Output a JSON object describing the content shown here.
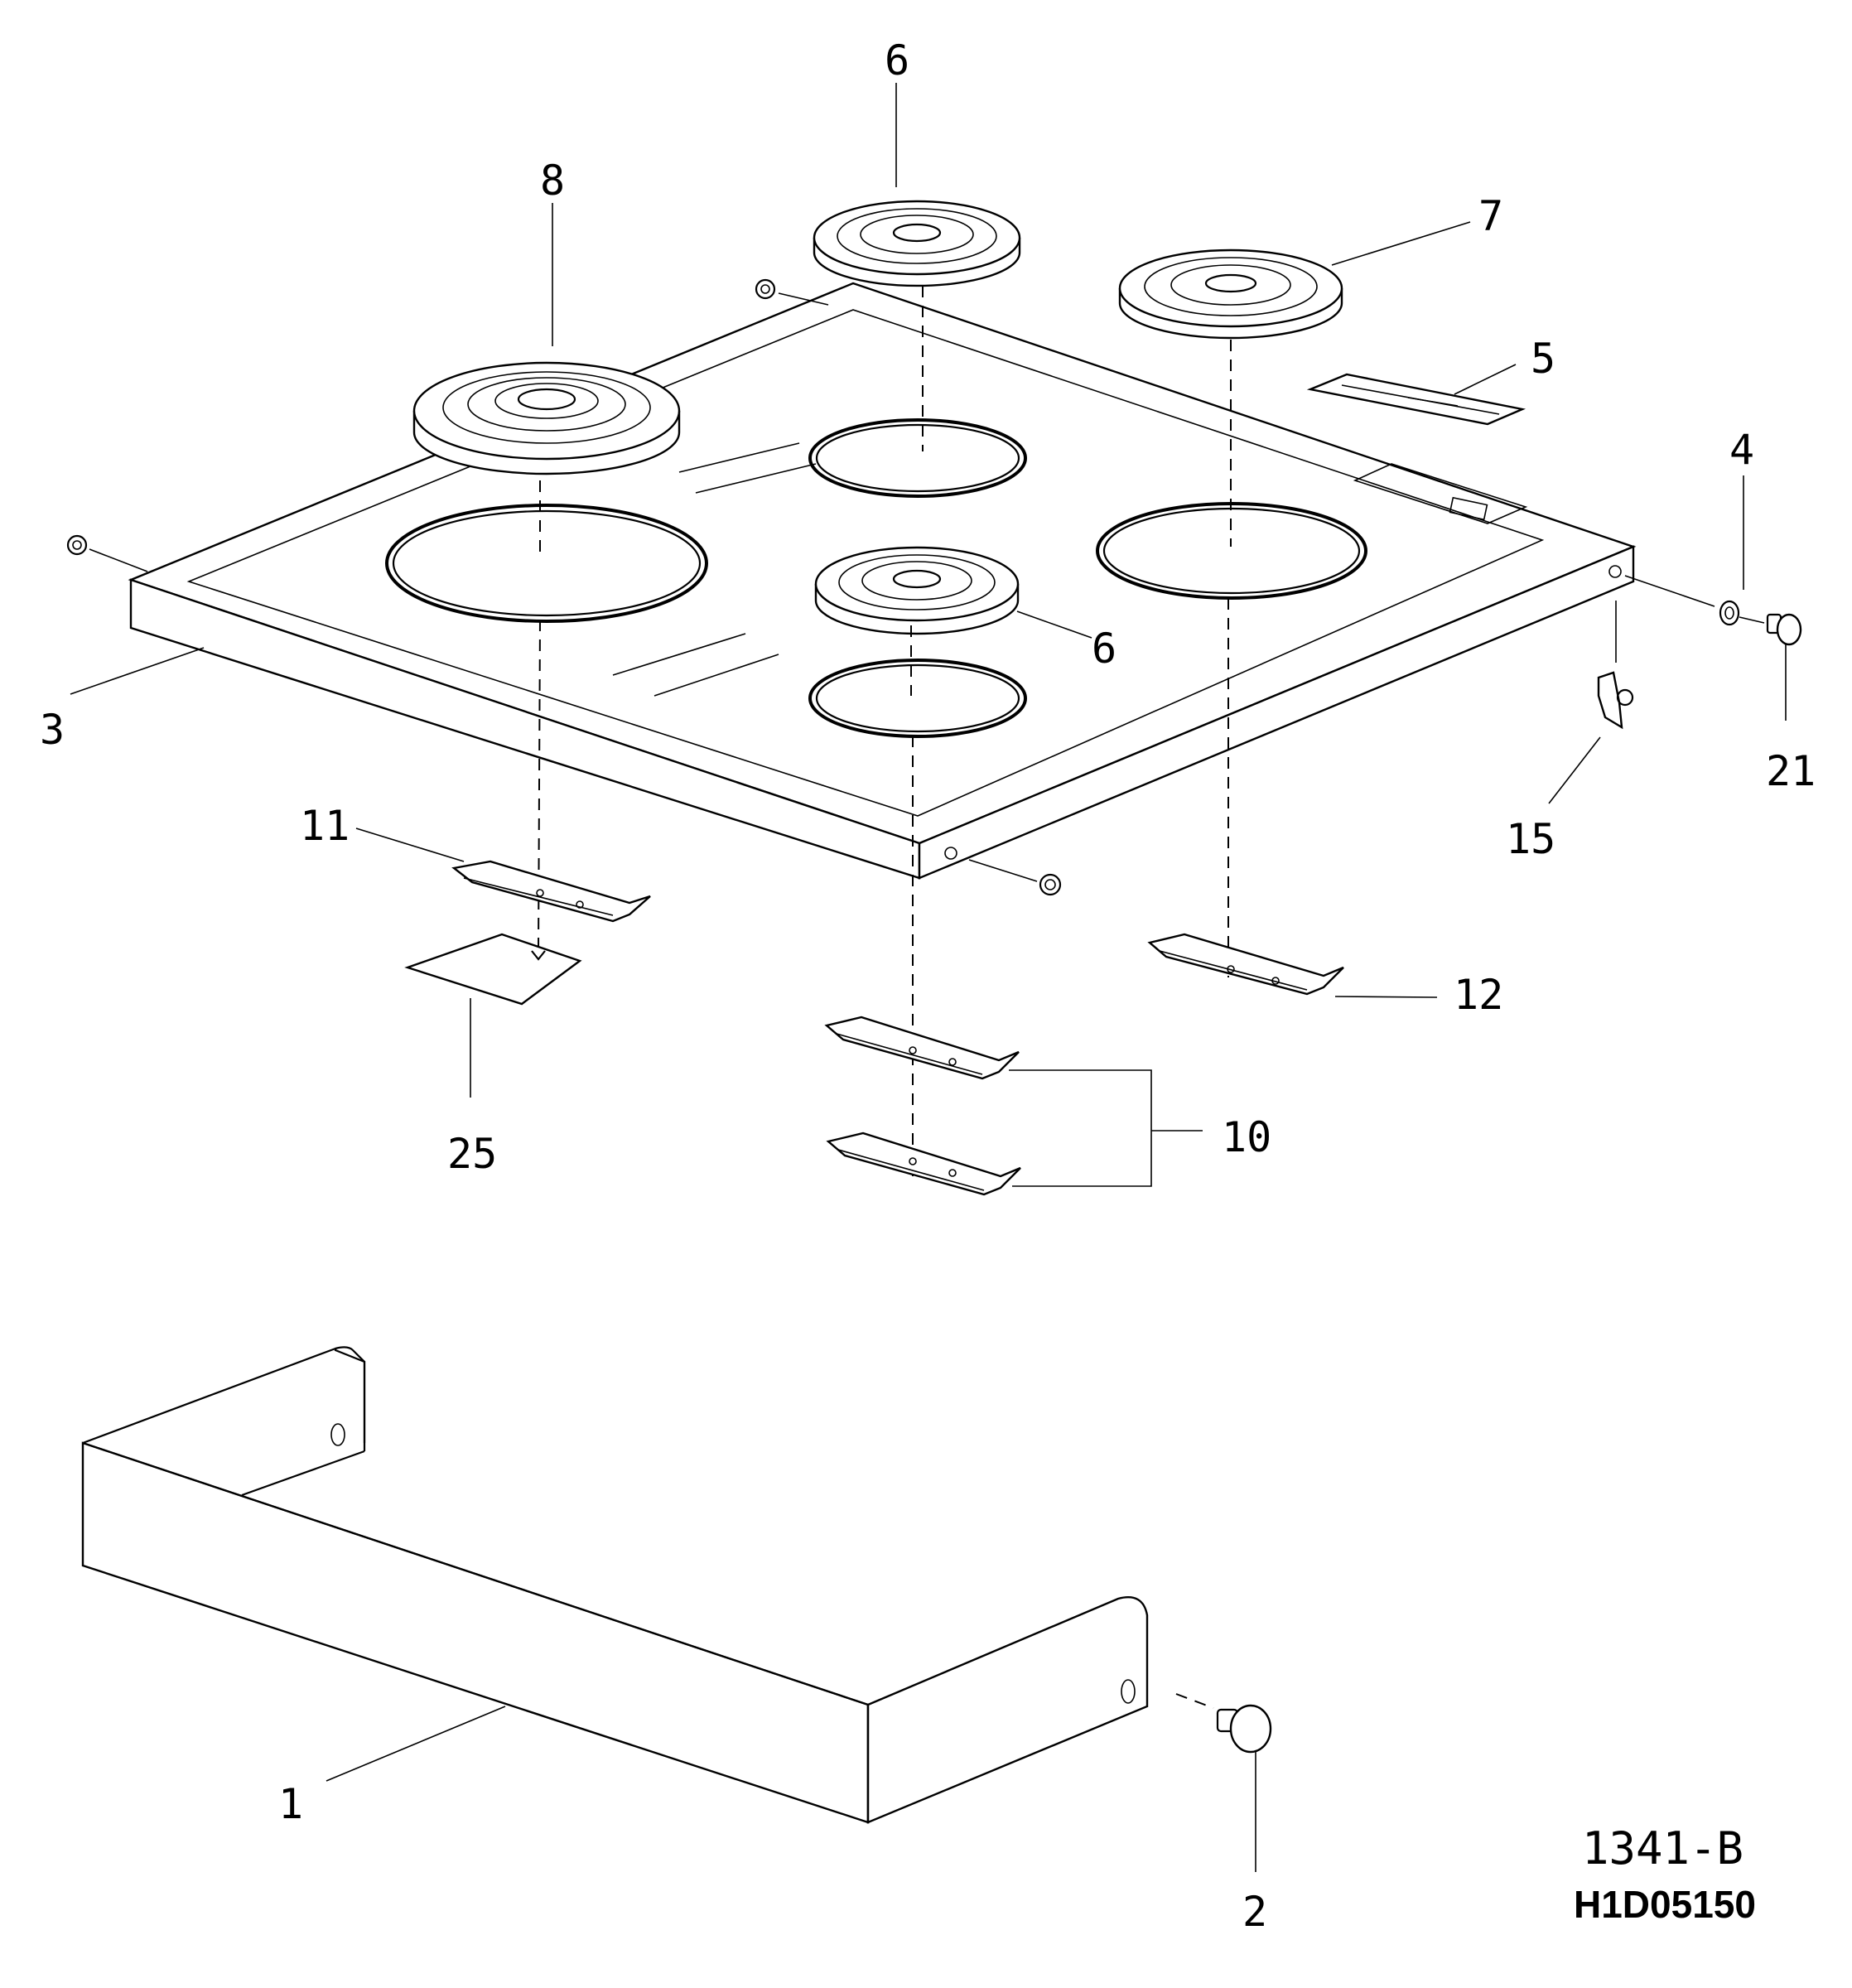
{
  "callouts": {
    "c6_top": "6",
    "c8": "8",
    "c7": "7",
    "c5": "5",
    "c4": "4",
    "c6_mid": "6",
    "c3": "3",
    "c21": "21",
    "c15": "15",
    "c11": "11",
    "c12": "12",
    "c25": "25",
    "c10": "10",
    "c1": "1",
    "c2": "2"
  },
  "codes": {
    "drawing_number": "1341-B",
    "part_code": "H1D05150"
  }
}
